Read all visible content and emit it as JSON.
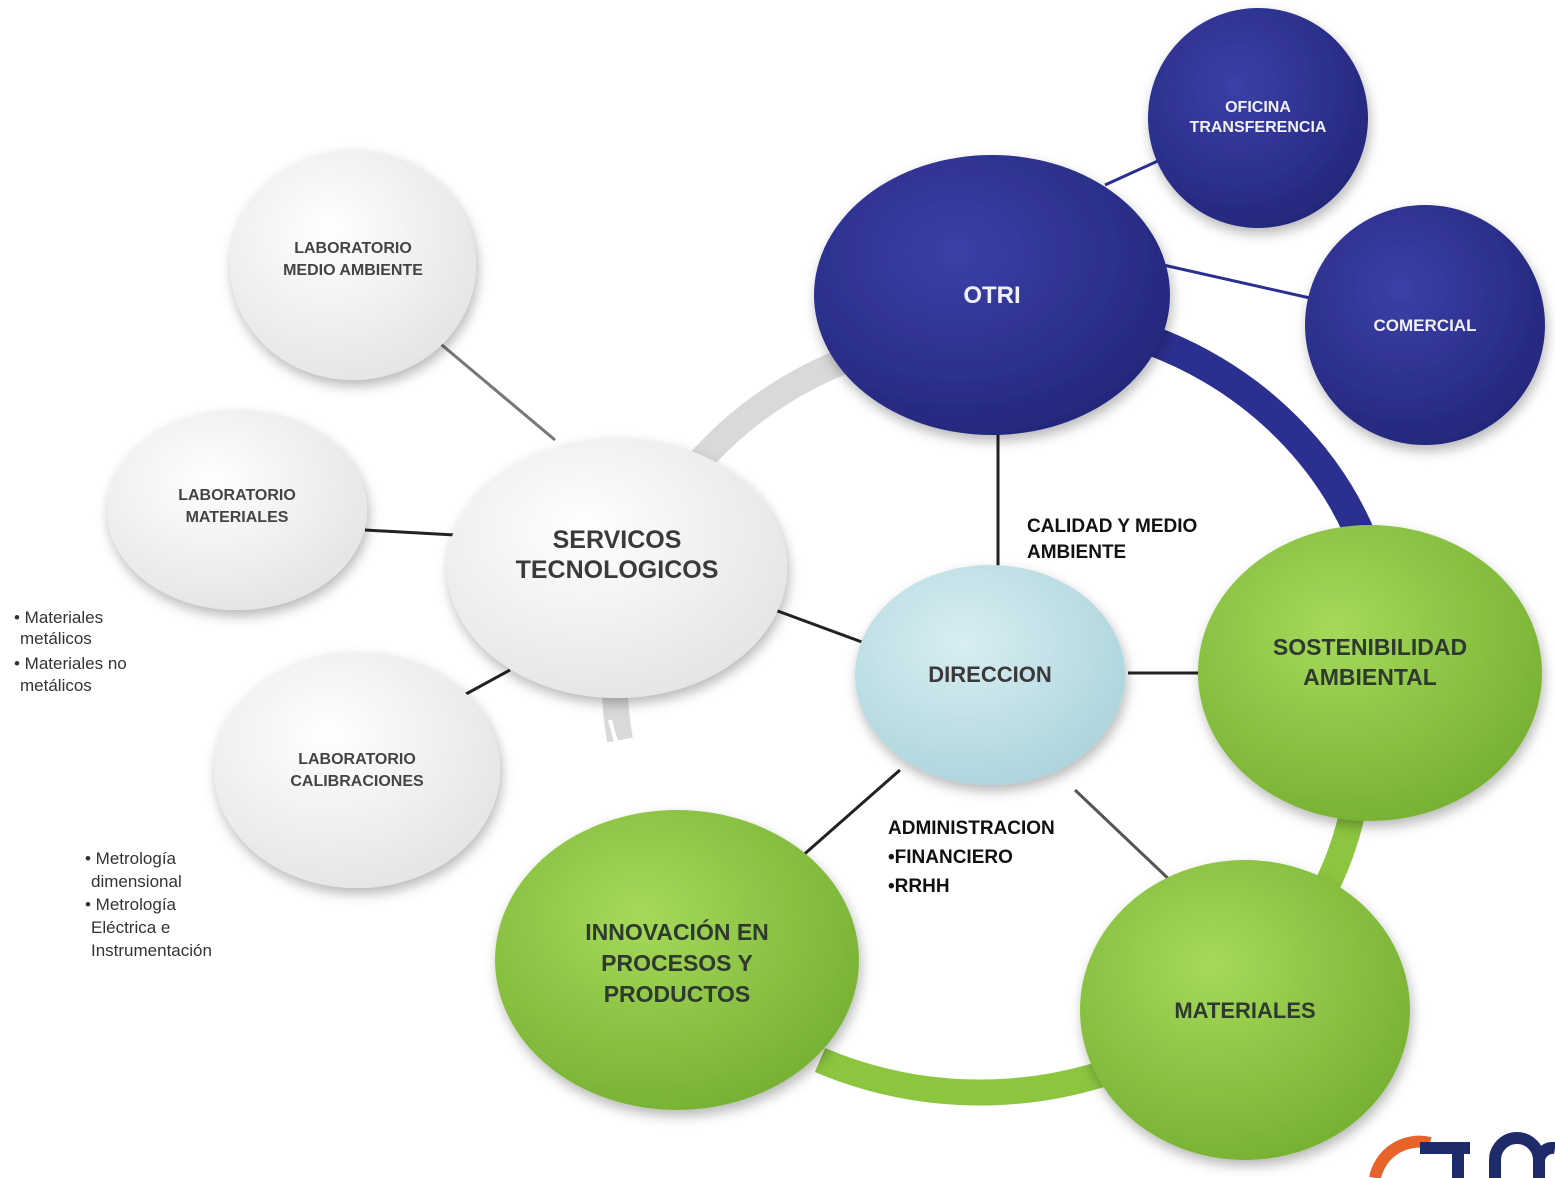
{
  "nodes": {
    "otri": "OTRI",
    "oficina": [
      "OFICINA",
      "TRANSFERENCIA"
    ],
    "comercial": "COMERCIAL",
    "servicios": [
      "SERVICOS",
      "TECNOLOGICOS"
    ],
    "lab_medio": [
      "LABORATORIO",
      "MEDIO AMBIENTE"
    ],
    "lab_materiales": [
      "LABORATORIO",
      "MATERIALES"
    ],
    "lab_calibraciones": [
      "LABORATORIO",
      "CALIBRACIONES"
    ],
    "direccion": "DIRECCION",
    "sostenibilidad": [
      "SOSTENIBILIDAD",
      "AMBIENTAL"
    ],
    "innovacion": [
      "INNOVACIÓN EN",
      "PROCESOS Y",
      "PRODUCTOS"
    ],
    "materiales": "MATERIALES"
  },
  "notes": {
    "materiales_list": [
      "• Materiales",
      "metálicos",
      "• Materiales no",
      "metálicos"
    ],
    "metrologia_list": [
      "• Metrología",
      "dimensional",
      "• Metrología",
      "Eléctrica e",
      "Instrumentación"
    ],
    "calidad": [
      "CALIDAD Y MEDIO",
      "AMBIENTE"
    ],
    "administracion": [
      "ADMINISTRACION",
      "•FINANCIERO",
      "•RRHH"
    ]
  },
  "colors": {
    "navy": "#2b2f8f",
    "green": "#8cc63f",
    "light_blue": "#bfe0e6",
    "grey_circle": "#f2f2f2",
    "logo_orange": "#e8632a",
    "logo_navy": "#1f2a6b"
  }
}
